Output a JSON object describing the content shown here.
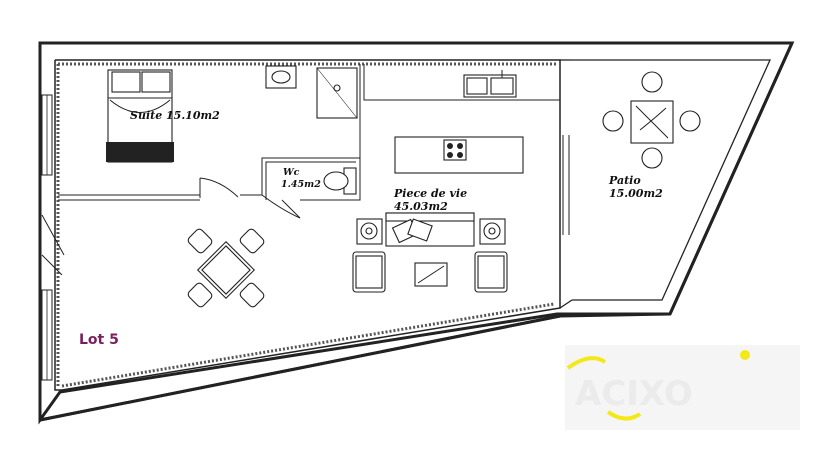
{
  "rooms": {
    "suite": {
      "name": "Suite 15.10m2"
    },
    "wc": {
      "name": "Wc",
      "area": "1.45m2"
    },
    "living": {
      "name": "Piece de vie",
      "area": "45.03m2"
    },
    "patio": {
      "name": "Patio",
      "area": "15.00m2"
    }
  },
  "lot": {
    "label": "Lot 5",
    "color": "#7a1f5c"
  },
  "colors": {
    "wall": "#222222",
    "accent_logo": "#f2e600",
    "background": "#ffffff"
  },
  "icons": [
    "bed-icon",
    "sink-icon",
    "shower-icon",
    "toilet-icon",
    "kitchen-sink-icon",
    "cooktop-icon",
    "sofa-icon",
    "armchair-icon",
    "lamp-icon",
    "coffee-table-icon",
    "dining-table-icon",
    "chair-icon",
    "patio-table-icon",
    "watermark-logo"
  ]
}
